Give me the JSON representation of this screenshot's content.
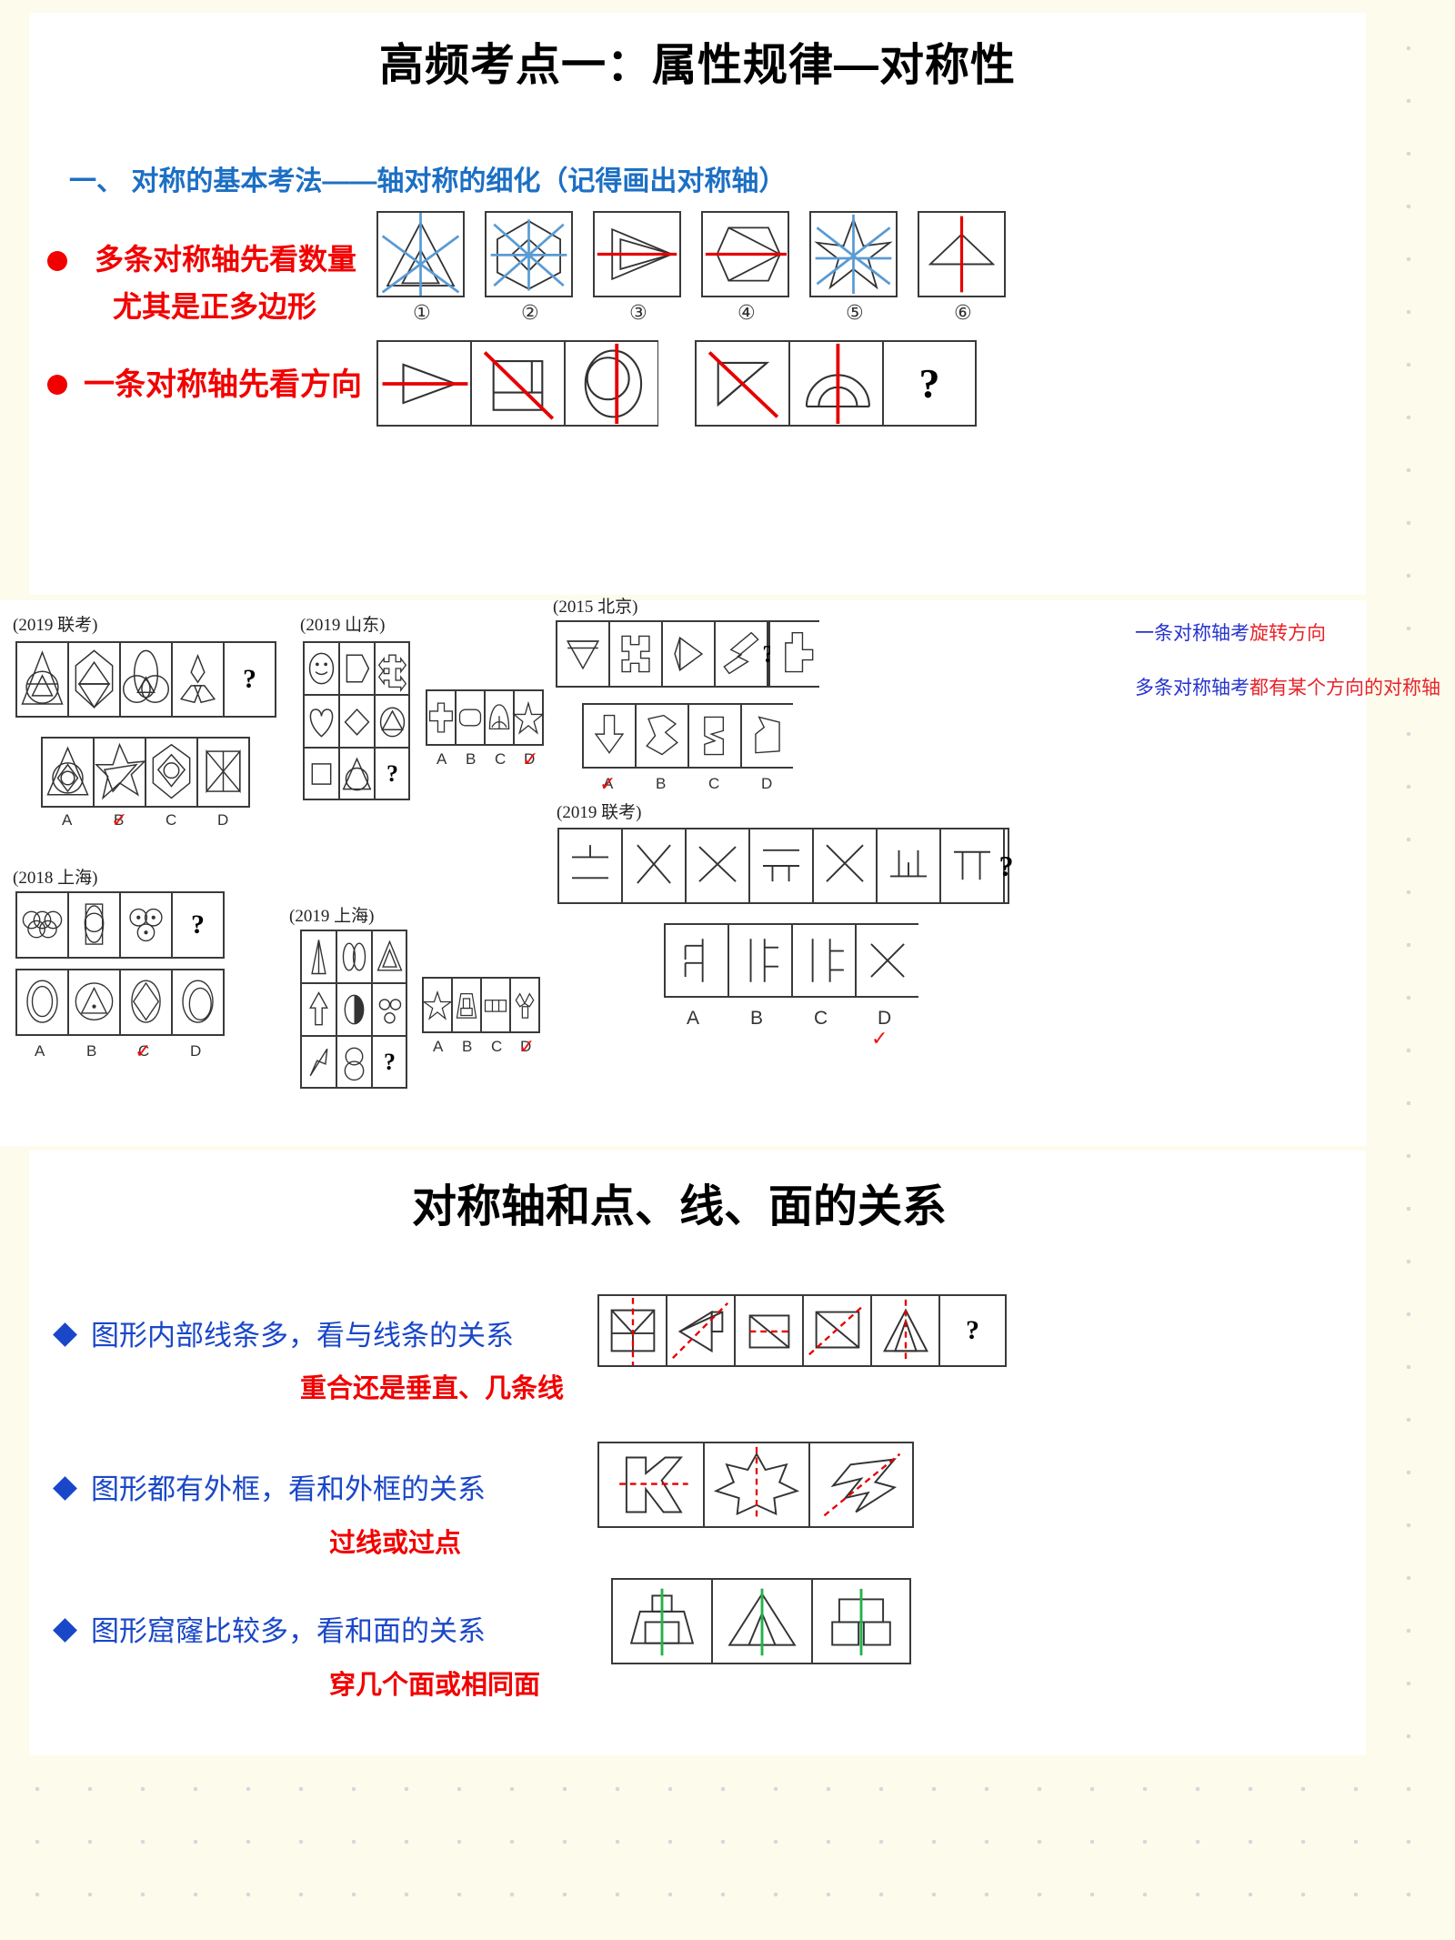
{
  "page": {
    "background_color": "#fdfbec",
    "card_color": "#ffffff"
  },
  "section1": {
    "title": "高频考点一：属性规律—对称性",
    "subtitle": "一、 对称的基本考法——轴对称的细化（记得画出对称轴）",
    "bullets": [
      {
        "line1": "多条对称轴先看数量",
        "line2": "尤其是正多边形",
        "color": "#f20000"
      },
      {
        "line1": "一条对称轴先看方向",
        "line2": "",
        "color": "#f20000"
      }
    ],
    "figure_row1_labels": [
      "①",
      "②",
      "③",
      "④",
      "⑤",
      "⑥"
    ]
  },
  "questions": {
    "q1": {
      "source": "(2019 联考)",
      "stem_count": 5,
      "stem_last": "?",
      "options": [
        "A",
        "B",
        "C",
        "D"
      ],
      "answer": "B"
    },
    "q2": {
      "source": "(2019 山东)",
      "stem_last": "?",
      "options": [
        "A",
        "B",
        "C",
        "D"
      ],
      "answer": "D"
    },
    "q3": {
      "source": "(2015 北京)",
      "stem_last": "?",
      "options": [
        "A",
        "B",
        "C",
        "D"
      ],
      "answer": "A"
    },
    "q4": {
      "source": "(2018 上海)",
      "stem_last": "?",
      "options": [
        "A",
        "B",
        "C",
        "D"
      ],
      "answer": "C"
    },
    "q5": {
      "source": "(2019 上海)",
      "stem_last": "?",
      "options": [
        "A",
        "B",
        "C",
        "D"
      ],
      "answer": "D"
    },
    "q6": {
      "source": "(2019 联考)",
      "stem_last": "?",
      "options": [
        "A",
        "B",
        "C",
        "D"
      ],
      "answer": "D"
    }
  },
  "notes": {
    "note1_blue": "一条对称轴考",
    "note1_red": "旋转方向",
    "note2_blue": "多条对称轴考",
    "note2_red": "都有某个方向的对称轴"
  },
  "section2": {
    "title": "对称轴和点、线、面的关系",
    "rows": [
      {
        "bullet": "图形内部线条多，看与线条的关系",
        "note": "重合还是垂直、几条线",
        "last_cell": "?"
      },
      {
        "bullet": "图形都有外框，看和外框的关系",
        "note": "过线或过点",
        "last_cell": ""
      },
      {
        "bullet": "图形窟窿比较多，看和面的关系",
        "note": "穿几个面或相同面",
        "last_cell": ""
      }
    ]
  },
  "colors": {
    "title_black": "#000000",
    "subtitle_blue": "#1c6fc4",
    "bullet_red": "#f20000",
    "bullet_blue": "#1a47c8",
    "axis_red": "#e60000",
    "axis_blue": "#5a9bd4",
    "axis_green": "#25b24a"
  }
}
